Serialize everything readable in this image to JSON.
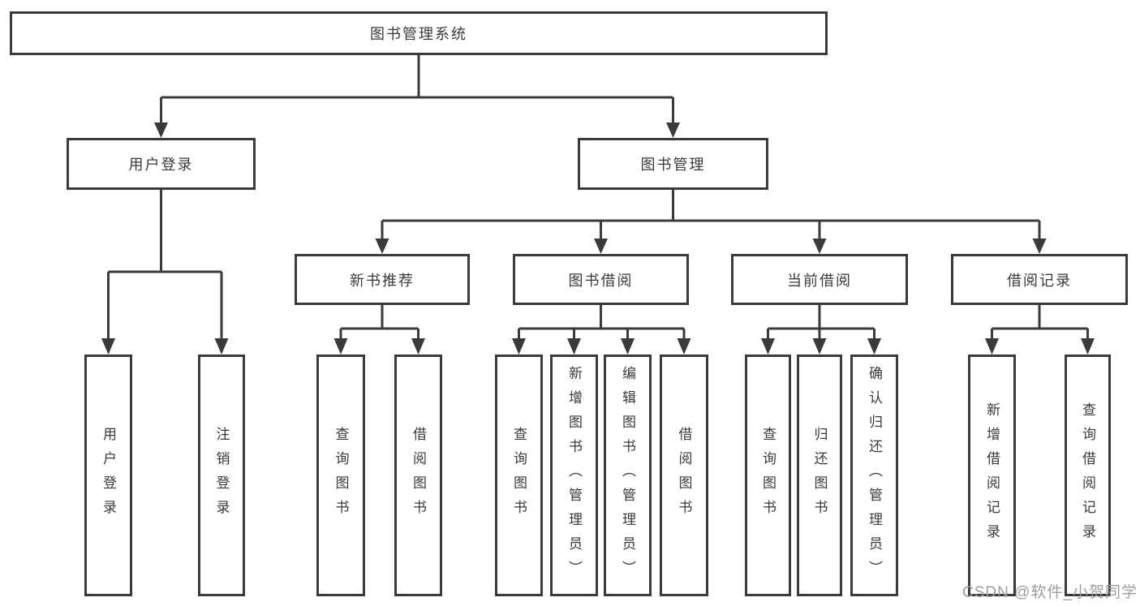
{
  "colors": {
    "line": "#3a3a3a",
    "text": "#3a3a3a",
    "watermark": "#9d9d9d",
    "background": "#ffffff"
  },
  "watermark": "CSDN @软件_小贺同学",
  "tree": {
    "root": {
      "label": "图书管理系统",
      "children": [
        {
          "label": "用户登录",
          "children": [
            {
              "label": "用户登录"
            },
            {
              "label": "注销登录"
            }
          ]
        },
        {
          "label": "图书管理",
          "children": [
            {
              "label": "新书推荐",
              "children": [
                {
                  "label": "查询图书"
                },
                {
                  "label": "借阅图书"
                }
              ]
            },
            {
              "label": "图书借阅",
              "children": [
                {
                  "label": "查询图书"
                },
                {
                  "label": "新增图书（管理员）"
                },
                {
                  "label": "编辑图书（管理员）"
                },
                {
                  "label": "借阅图书"
                }
              ]
            },
            {
              "label": "当前借阅",
              "children": [
                {
                  "label": "查询图书"
                },
                {
                  "label": "归还图书"
                },
                {
                  "label": "确认归还（管理员）"
                }
              ]
            },
            {
              "label": "借阅记录",
              "children": [
                {
                  "label": "新增借阅记录"
                },
                {
                  "label": "查询借阅记录"
                }
              ]
            }
          ]
        }
      ]
    }
  }
}
